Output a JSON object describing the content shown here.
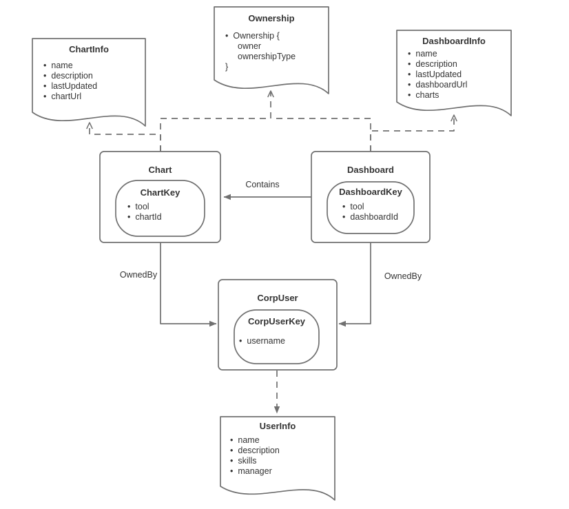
{
  "colors": {
    "stroke": "#707070",
    "text": "#333333",
    "background": "#ffffff"
  },
  "nodes": {
    "chartInfo": {
      "title": "ChartInfo",
      "attrs": [
        "name",
        "description",
        "lastUpdated",
        "chartUrl"
      ]
    },
    "ownership": {
      "title": "Ownership",
      "struct_open": "Ownership {",
      "fields": [
        "owner",
        "ownershipType"
      ],
      "struct_close": "}"
    },
    "dashboardInfo": {
      "title": "DashboardInfo",
      "attrs": [
        "name",
        "description",
        "lastUpdated",
        "dashboardUrl",
        "charts"
      ]
    },
    "chart": {
      "title": "Chart",
      "key_title": "ChartKey",
      "key_attrs": [
        "tool",
        "chartId"
      ]
    },
    "dashboard": {
      "title": "Dashboard",
      "key_title": "DashboardKey",
      "key_attrs": [
        "tool",
        "dashboardId"
      ]
    },
    "corpUser": {
      "title": "CorpUser",
      "key_title": "CorpUserKey",
      "key_attrs": [
        "username"
      ]
    },
    "userInfo": {
      "title": "UserInfo",
      "attrs": [
        "name",
        "description",
        "skills",
        "manager"
      ]
    }
  },
  "edges": {
    "contains": {
      "label": "Contains"
    },
    "ownedByLeft": {
      "label": "OwnedBy"
    },
    "ownedByRight": {
      "label": "OwnedBy"
    }
  }
}
